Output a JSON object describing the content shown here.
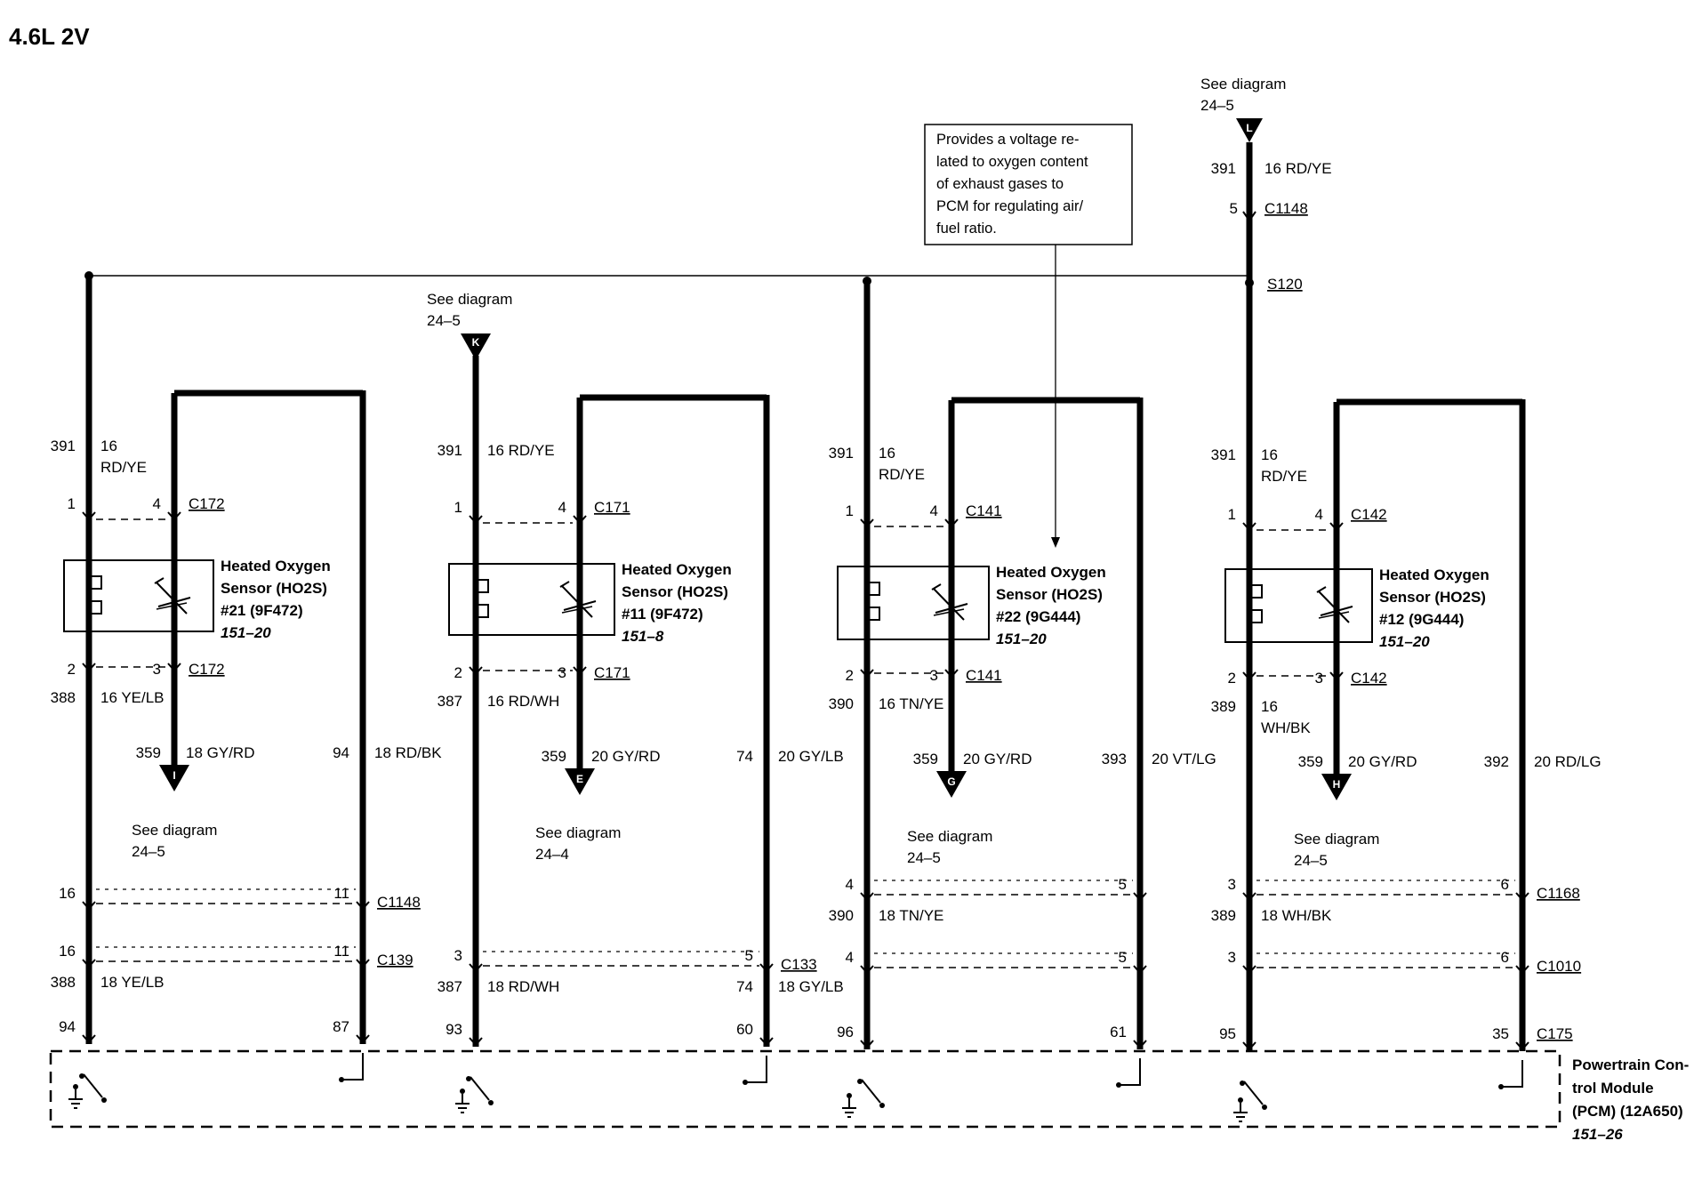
{
  "title": "4.6L 2V",
  "note": [
    "Provides a voltage re-",
    "lated to oxygen content",
    "of exhaust gases to",
    "PCM for regulating air/",
    "fuel ratio."
  ],
  "top_ref": {
    "text": "See diagram",
    "page": "24–5",
    "connector": "L"
  },
  "top_wire": {
    "circuit": "391",
    "label": "16 RD/YE",
    "pin": "5",
    "connector": "C1148"
  },
  "splice": "S120",
  "pcm": [
    "Powertrain Con-",
    "trol Module",
    "(PCM) (12A650)",
    "151–26"
  ],
  "sensors": [
    {
      "name": [
        "Heated Oxygen",
        "Sensor (HO2S)",
        "#21 (9F472)"
      ],
      "ref": "151–20",
      "feed": {
        "circuit": "391",
        "gauge": "16",
        "color": "RD/YE"
      },
      "top_pins": [
        "1",
        "4"
      ],
      "top_conn": "C172",
      "bot_pins": [
        "2",
        "3"
      ],
      "bot_conn": "C172",
      "sig": {
        "circuit": "388",
        "label": "16 YE/LB"
      },
      "heat": {
        "circuit": "359",
        "label": "18 GY/RD",
        "letter": "I",
        "see": "See diagram",
        "page": "24–5"
      },
      "ret": {
        "circuit": "94",
        "label": "18 RD/BK"
      },
      "c1": {
        "pl": "16",
        "pr": "11",
        "name": "C1148",
        "circuit": "",
        "label": ""
      },
      "c2": {
        "pl": "16",
        "pr": "11",
        "name": "C139",
        "circuit": "388",
        "label": "18 YE/LB"
      },
      "c3": {
        "pl": "94",
        "pr": "87"
      }
    },
    {
      "name": [
        "Heated Oxygen",
        "Sensor (HO2S)",
        "#11 (9F472)"
      ],
      "ref": "151–8",
      "kref": {
        "text": "See diagram",
        "page": "24–5",
        "letter": "K"
      },
      "feed": {
        "circuit": "391",
        "gauge": "16 RD/YE",
        "color": ""
      },
      "top_pins": [
        "1",
        "4"
      ],
      "top_conn": "C171",
      "bot_pins": [
        "2",
        "3"
      ],
      "bot_conn": "C171",
      "sig": {
        "circuit": "387",
        "label": "16 RD/WH"
      },
      "heat": {
        "circuit": "359",
        "label": "20 GY/RD",
        "letter": "E",
        "see": "See diagram",
        "page": "24–4"
      },
      "ret": {
        "circuit": "74",
        "label": "20 GY/LB"
      },
      "c2": {
        "pl": "3",
        "pr": "5",
        "name": "C133",
        "circuit": "387",
        "label": "18 RD/WH",
        "rcircuit": "74",
        "rlabel": "18 GY/LB"
      },
      "c3": {
        "pl": "93",
        "pr": "60"
      }
    },
    {
      "name": [
        "Heated Oxygen",
        "Sensor (HO2S)",
        "#22 (9G444)"
      ],
      "ref": "151–20",
      "feed": {
        "circuit": "391",
        "gauge": "16",
        "color": "RD/YE"
      },
      "top_pins": [
        "1",
        "4"
      ],
      "top_conn": "C141",
      "bot_pins": [
        "2",
        "3"
      ],
      "bot_conn": "C141",
      "sig": {
        "circuit": "390",
        "label": "16 TN/YE"
      },
      "heat": {
        "circuit": "359",
        "label": "20 GY/RD",
        "letter": "G",
        "see": "See diagram",
        "page": "24–5"
      },
      "ret": {
        "circuit": "393",
        "label": "20 VT/LG"
      },
      "c1": {
        "pl": "4",
        "pr": "5",
        "circuit": "390",
        "label": "18 TN/YE"
      },
      "c2": {
        "pl": "4",
        "pr": "5"
      },
      "c3": {
        "pl": "96",
        "pr": "61"
      }
    },
    {
      "name": [
        "Heated Oxygen",
        "Sensor (HO2S)",
        "#12 (9G444)"
      ],
      "ref": "151–20",
      "feed": {
        "circuit": "391",
        "gauge": "16",
        "color": "RD/YE"
      },
      "top_pins": [
        "1",
        "4"
      ],
      "top_conn": "C142",
      "bot_pins": [
        "2",
        "3"
      ],
      "bot_conn": "C142",
      "sig": {
        "circuit": "389",
        "label": "16",
        "color": "WH/BK"
      },
      "heat": {
        "circuit": "359",
        "label": "20 GY/RD",
        "letter": "H",
        "see": "See diagram",
        "page": "24–5"
      },
      "ret": {
        "circuit": "392",
        "label": "20 RD/LG"
      },
      "c1": {
        "pl": "3",
        "pr": "6",
        "name": "C1168",
        "circuit": "389",
        "label": "18 WH/BK"
      },
      "c2": {
        "pl": "3",
        "pr": "6",
        "name": "C1010"
      },
      "c3": {
        "pl": "95",
        "pr": "35",
        "name": "C175"
      }
    }
  ]
}
